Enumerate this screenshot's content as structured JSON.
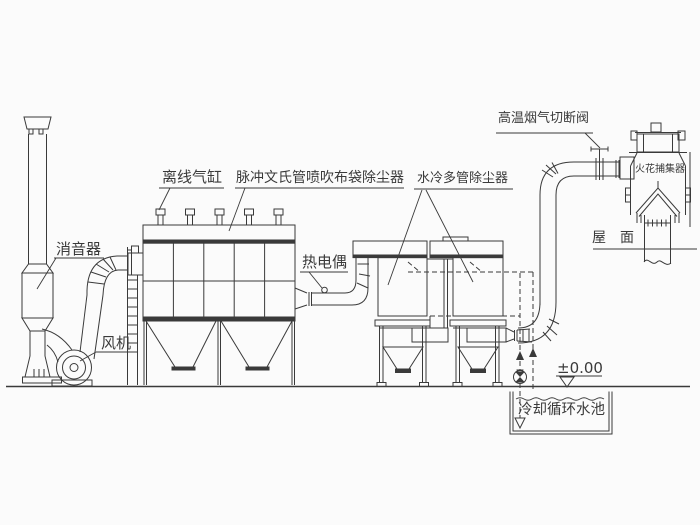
{
  "colors": {
    "ink": "#3a3a3a",
    "background": "#fbfbfb"
  },
  "labels": {
    "muffler": {
      "text": "消音器"
    },
    "fan": {
      "text": "风机"
    },
    "offline_cylinder": {
      "text": "离线气缸"
    },
    "pulse_bag_filter": {
      "text": "脉冲文氏管喷吹布袋除尘器"
    },
    "thermocouple": {
      "text": "热电偶"
    },
    "water_cooled_collector": {
      "text": "水冷多管除尘器"
    },
    "high_temp_shutoff_valve": {
      "text": "高温烟气切断阀"
    },
    "spark_collector": {
      "text": "火花捕集器"
    },
    "roof": {
      "text": "屋　面"
    },
    "elevation": {
      "text": "±0.00"
    },
    "cooling_pool": {
      "text": "冷却循环水池"
    }
  }
}
